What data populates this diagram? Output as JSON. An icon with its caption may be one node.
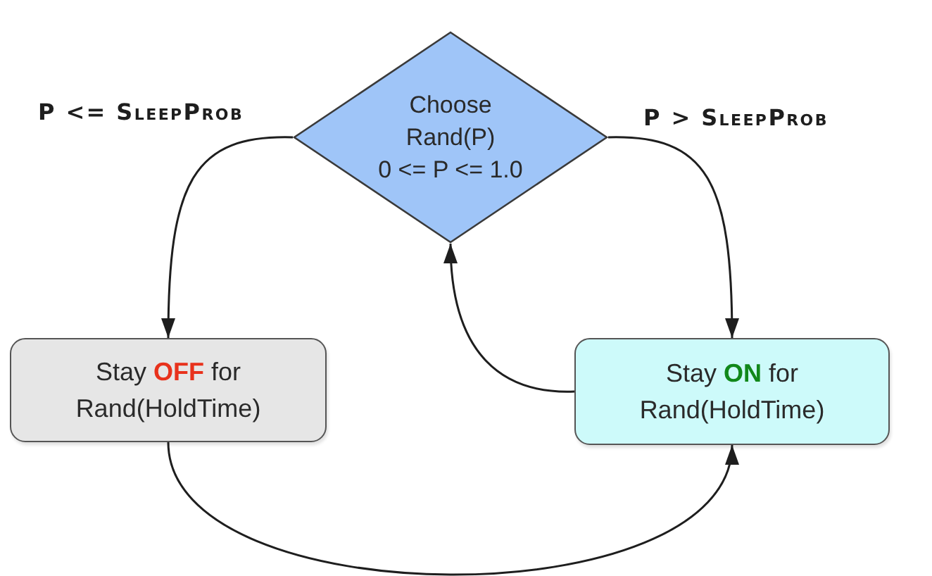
{
  "diagram": {
    "nodes": [
      {
        "text": [
          "Choose Rand(P) 0 <= P <= 1.0"
        ]
      },
      {
        "text": [
          "Stay **OFF** for Rand(HoldTime)"
        ]
      },
      {
        "text": [
          "Stay **ON** for Rand(HoldTime)"
        ]
      }
    ],
    "edges": [
      {
        "from": 0,
        "to": 1,
        "arrow": "to",
        "label": "P <= SleepProb"
      },
      {
        "from": 0,
        "to": 2,
        "arrow": "to",
        "label": "P > SleepProb"
      },
      {
        "from": 2,
        "to": 0,
        "arrow": "to"
      },
      {
        "from": 1,
        "to": 2,
        "arrow": "to"
      }
    ]
  }
}
